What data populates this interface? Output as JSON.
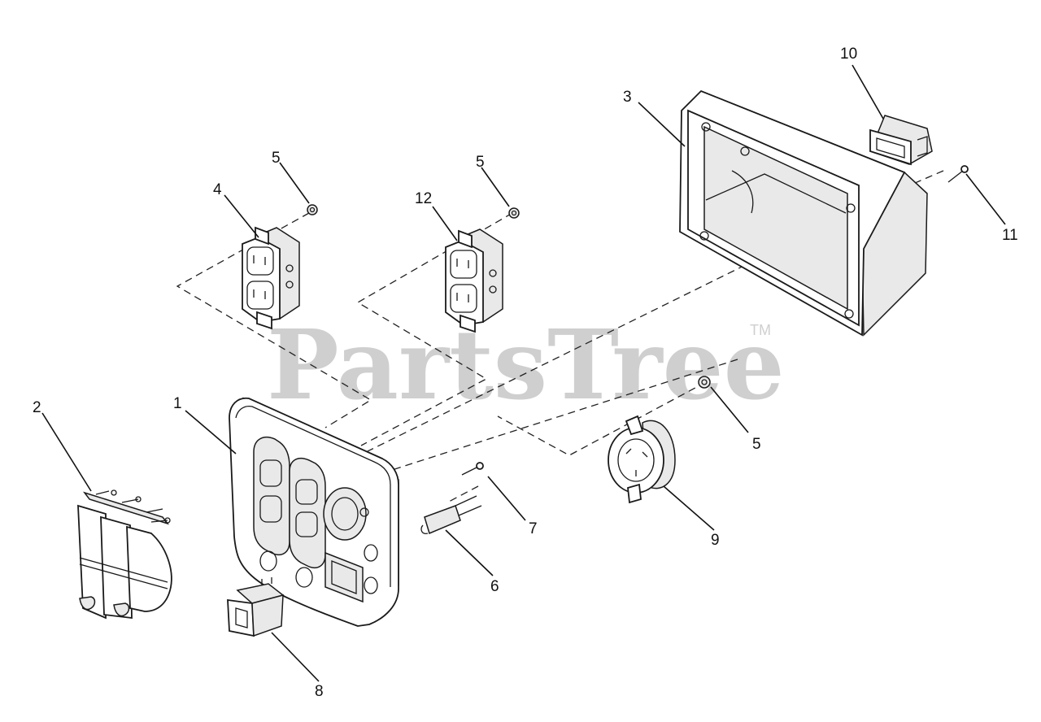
{
  "watermark": {
    "text": "PartsTree",
    "trademark": "TM"
  },
  "callouts": [
    {
      "id": "c1",
      "label": "1"
    },
    {
      "id": "c2",
      "label": "2"
    },
    {
      "id": "c3",
      "label": "3"
    },
    {
      "id": "c4",
      "label": "4"
    },
    {
      "id": "c5a",
      "label": "5"
    },
    {
      "id": "c5b",
      "label": "5"
    },
    {
      "id": "c5c",
      "label": "5"
    },
    {
      "id": "c6",
      "label": "6"
    },
    {
      "id": "c7",
      "label": "7"
    },
    {
      "id": "c8",
      "label": "8"
    },
    {
      "id": "c9",
      "label": "9"
    },
    {
      "id": "c10",
      "label": "10"
    },
    {
      "id": "c11",
      "label": "11"
    },
    {
      "id": "c12",
      "label": "12"
    }
  ]
}
